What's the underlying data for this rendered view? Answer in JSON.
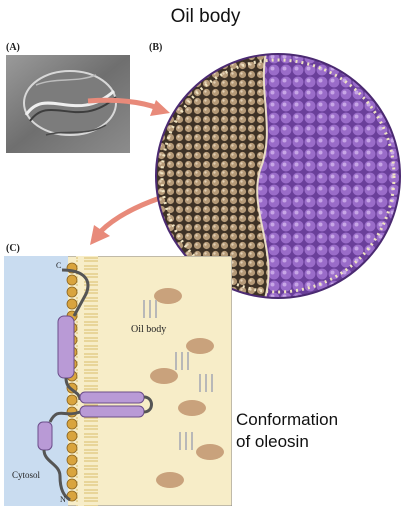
{
  "title": "Oil body",
  "panels": {
    "a_label": "(A)",
    "b_label": "(B)",
    "c_label": "(C)"
  },
  "panel_c": {
    "oil_body_label": "Oil body",
    "cytosol_label": "Cytosol",
    "c_terminus": "C",
    "n_terminus": "N"
  },
  "caption": {
    "line1": "Conformation",
    "line2": "of oleosin"
  },
  "colors": {
    "membrane_head": "#d9a43e",
    "protein": "#b99ad6",
    "oil_body_sphere": "#7f52b0",
    "oil_region": "#f7edc8",
    "cytosol": "#c9dcf0",
    "arrow": "#e88a7a"
  }
}
